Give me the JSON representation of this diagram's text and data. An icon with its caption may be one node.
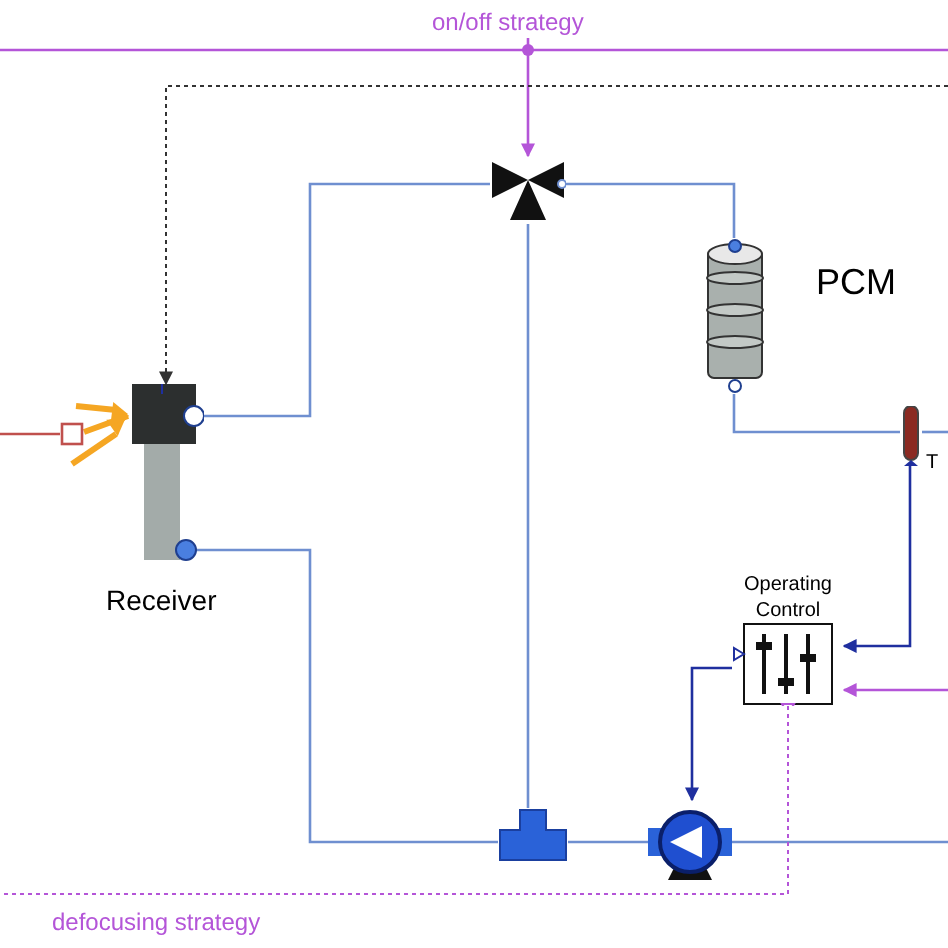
{
  "diagram": {
    "nodes": [
      {
        "text": [],
        "shape": "valve"
      },
      {
        "text": [],
        "shape": "cylinder",
        "beside": [
          "PCM"
        ]
      },
      {
        "text": [],
        "shape": "picture",
        "beside": [
          "Receiver"
        ]
      },
      {
        "text": [],
        "shape": "bar",
        "beside": [
          "T"
        ]
      },
      {
        "text": [
          "Operating Control"
        ]
      },
      {
        "text": [],
        "shape": "picture"
      },
      {
        "text": [],
        "shape": "picture"
      },
      {
        "text": [],
        "shape": "box"
      },
      {
        "text": [
          "on/off strategy"
        ]
      }
    ],
    "edges": [
      {
        "from": 8,
        "to": 0,
        "arrow": "to",
        "color": "#b455d8"
      },
      {
        "from": 2,
        "to": 0,
        "arrow": "none"
      },
      {
        "from": 0,
        "to": 1,
        "arrow": "none"
      },
      {
        "from": 0,
        "to": 5,
        "arrow": "none"
      },
      {
        "from": 1,
        "to": 3,
        "arrow": "none"
      },
      {
        "from": 3,
        "to": null,
        "arrow": "none"
      },
      {
        "from": 5,
        "to": 2,
        "arrow": "none"
      },
      {
        "from": 5,
        "to": 6,
        "arrow": "none"
      },
      {
        "from": 6,
        "to": null,
        "arrow": "none"
      },
      {
        "from": 3,
        "to": 4,
        "arrow": "to",
        "color": "#1f2f9f"
      },
      {
        "from": 4,
        "to": 6,
        "arrow": "to",
        "color": "#1f2f9f"
      },
      {
        "from": null,
        "to": 4,
        "arrow": "to",
        "color": "#b455d8"
      },
      {
        "from": 4,
        "to": null,
        "arrow": "none",
        "style": "dashed",
        "color": "#b455d8"
      },
      {
        "from": null,
        "to": 2,
        "arrow": "to",
        "style": "dashed",
        "color": "#333333"
      },
      {
        "from": null,
        "to": 7,
        "arrow": "none",
        "color": "#c0504d"
      },
      {
        "from": 7,
        "to": 2,
        "arrow": "to",
        "style": "thick",
        "color": "#f5a623"
      }
    ],
    "labels": [
      "defocusing strategy"
    ]
  }
}
